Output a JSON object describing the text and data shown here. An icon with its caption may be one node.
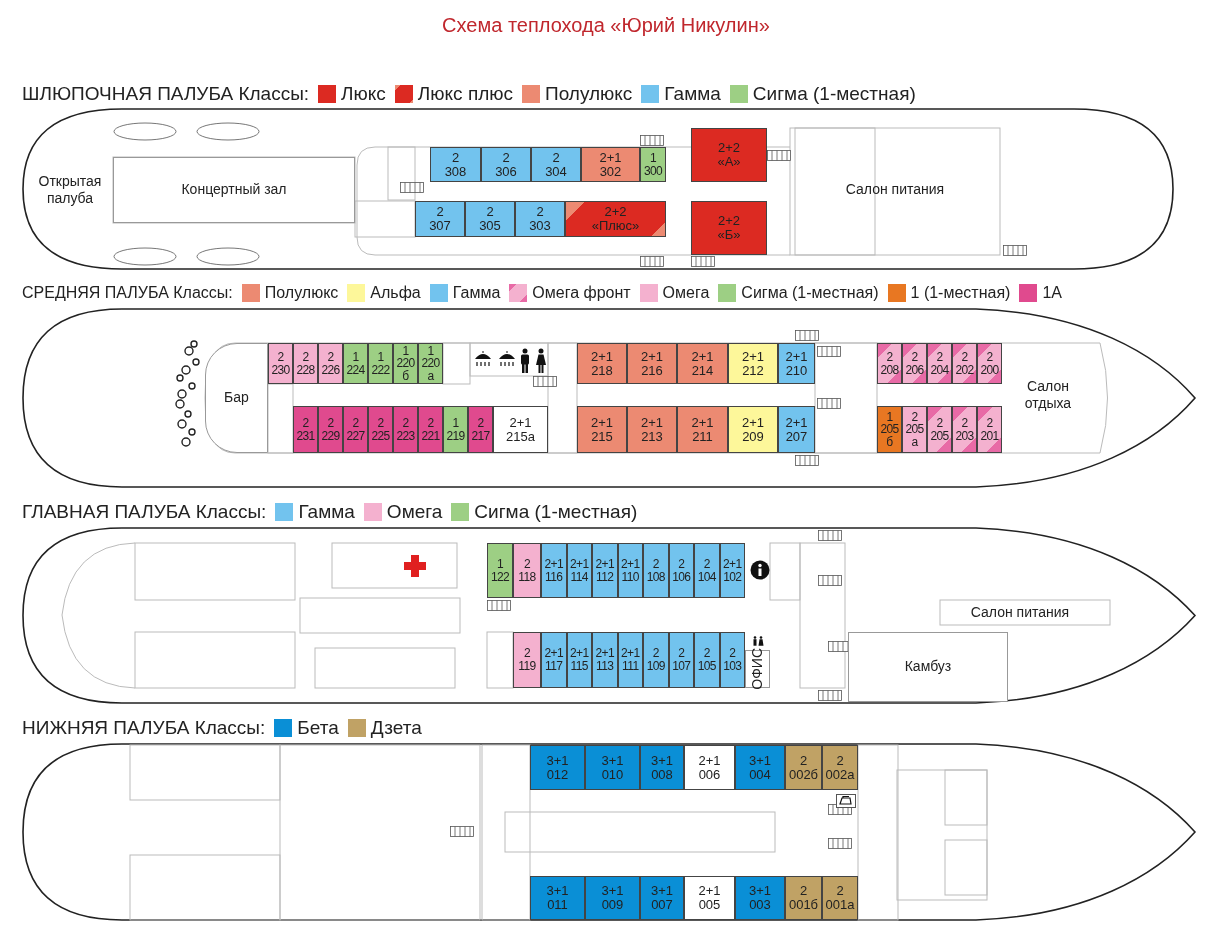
{
  "diagram": {
    "title": "Схема теплохода «Юрий Никулин»",
    "nodes": [
      {
        "text": [
          "ШЛЮПОЧНАЯ ПАЛУБА Классы:"
        ]
      },
      {
        "text": [
          "Открытая палуба"
        ],
        "in": 0
      },
      {
        "text": [
          "Концертный зал"
        ],
        "in": 0
      },
      {
        "text": [
          "2",
          "308"
        ],
        "in": 0
      },
      {
        "text": [
          "2",
          "306"
        ],
        "in": 0
      },
      {
        "text": [
          "2",
          "304"
        ],
        "in": 0
      },
      {
        "text": [
          "2+1",
          "302"
        ],
        "in": 0
      },
      {
        "text": [
          "1",
          "300"
        ],
        "in": 0
      },
      {
        "text": [
          "2+2",
          "«А»"
        ],
        "in": 0
      },
      {
        "text": [
          "Салон питания"
        ],
        "in": 0
      },
      {
        "text": [
          "2",
          "307"
        ],
        "in": 0
      },
      {
        "text": [
          "2",
          "305"
        ],
        "in": 0
      },
      {
        "text": [
          "2",
          "303"
        ],
        "in": 0
      },
      {
        "text": [
          "2+2",
          "«Плюс»"
        ],
        "in": 0
      },
      {
        "text": [
          "2+2",
          "«Б»"
        ],
        "in": 0
      },
      {
        "text": [
          "СРЕДНЯЯ ПАЛУБА Классы:"
        ]
      },
      {
        "text": [
          "Бар"
        ],
        "in": 15
      },
      {
        "text": [
          "2",
          "230"
        ],
        "in": 15
      },
      {
        "text": [
          "2",
          "228"
        ],
        "in": 15
      },
      {
        "text": [
          "2",
          "226"
        ],
        "in": 15
      },
      {
        "text": [
          "1",
          "224"
        ],
        "in": 15
      },
      {
        "text": [
          "1",
          "222"
        ],
        "in": 15
      },
      {
        "text": [
          "1",
          "220 б"
        ],
        "in": 15
      },
      {
        "text": [
          "1",
          "220 а"
        ],
        "in": 15
      },
      {
        "text": [
          "2+1",
          "218"
        ],
        "in": 15
      },
      {
        "text": [
          "2+1",
          "216"
        ],
        "in": 15
      },
      {
        "text": [
          "2+1",
          "214"
        ],
        "in": 15
      },
      {
        "text": [
          "2+1",
          "212"
        ],
        "in": 15
      },
      {
        "text": [
          "2+1",
          "210"
        ],
        "in": 15
      },
      {
        "text": [
          "2",
          "208"
        ],
        "in": 15
      },
      {
        "text": [
          "2",
          "206"
        ],
        "in": 15
      },
      {
        "text": [
          "2",
          "204"
        ],
        "in": 15
      },
      {
        "text": [
          "2",
          "202"
        ],
        "in": 15
      },
      {
        "text": [
          "2",
          "200"
        ],
        "in": 15
      },
      {
        "text": [
          "Салон отдыха"
        ],
        "in": 15
      },
      {
        "text": [
          "2",
          "231"
        ],
        "in": 15
      },
      {
        "text": [
          "2",
          "229"
        ],
        "in": 15
      },
      {
        "text": [
          "2",
          "227"
        ],
        "in": 15
      },
      {
        "text": [
          "2",
          "225"
        ],
        "in": 15
      },
      {
        "text": [
          "2",
          "223"
        ],
        "in": 15
      },
      {
        "text": [
          "2",
          "221"
        ],
        "in": 15
      },
      {
        "text": [
          "1",
          "219"
        ],
        "in": 15
      },
      {
        "text": [
          "2",
          "217"
        ],
        "in": 15
      },
      {
        "text": [
          "2+1",
          "215а"
        ],
        "in": 15
      },
      {
        "text": [
          "2+1",
          "215"
        ],
        "in": 15
      },
      {
        "text": [
          "2+1",
          "213"
        ],
        "in": 15
      },
      {
        "text": [
          "2+1",
          "211"
        ],
        "in": 15
      },
      {
        "text": [
          "2+1",
          "209"
        ],
        "in": 15
      },
      {
        "text": [
          "2+1",
          "207"
        ],
        "in": 15
      },
      {
        "text": [
          "1",
          "205 б"
        ],
        "in": 15
      },
      {
        "text": [
          "2",
          "205 а"
        ],
        "in": 15
      },
      {
        "text": [
          "2",
          "205"
        ],
        "in": 15
      },
      {
        "text": [
          "2",
          "203"
        ],
        "in": 15
      },
      {
        "text": [
          "2",
          "201"
        ],
        "in": 15
      },
      {
        "text": [
          "ГЛАВНАЯ ПАЛУБА Классы:"
        ]
      },
      {
        "text": [
          "1",
          "122"
        ],
        "in": 54
      },
      {
        "text": [
          "2",
          "118"
        ],
        "in": 54
      },
      {
        "text": [
          "2+1",
          "116"
        ],
        "in": 54
      },
      {
        "text": [
          "2+1",
          "114"
        ],
        "in": 54
      },
      {
        "text": [
          "2+1",
          "112"
        ],
        "in": 54
      },
      {
        "text": [
          "2+1",
          "110"
        ],
        "in": 54
      },
      {
        "text": [
          "2",
          "108"
        ],
        "in": 54
      },
      {
        "text": [
          "2",
          "106"
        ],
        "in": 54
      },
      {
        "text": [
          "2",
          "104"
        ],
        "in": 54
      },
      {
        "text": [
          "2+1",
          "102"
        ],
        "in": 54
      },
      {
        "text": [
          "Салон питания"
        ],
        "in": 54
      },
      {
        "text": [
          "2",
          "119"
        ],
        "in": 54
      },
      {
        "text": [
          "2+1",
          "117"
        ],
        "in": 54
      },
      {
        "text": [
          "2+1",
          "115"
        ],
        "in": 54
      },
      {
        "text": [
          "2+1",
          "113"
        ],
        "in": 54
      },
      {
        "text": [
          "2+1",
          "111"
        ],
        "in": 54
      },
      {
        "text": [
          "2",
          "109"
        ],
        "in": 54
      },
      {
        "text": [
          "2",
          "107"
        ],
        "in": 54
      },
      {
        "text": [
          "2",
          "105"
        ],
        "in": 54
      },
      {
        "text": [
          "2",
          "103"
        ],
        "in": 54
      },
      {
        "text": [
          "ОФИС"
        ],
        "in": 54
      },
      {
        "text": [
          "Камбуз"
        ],
        "in": 54
      },
      {
        "text": [
          "НИЖНЯЯ ПАЛУБА Классы:"
        ]
      },
      {
        "text": [
          "3+1",
          "012"
        ],
        "in": 77
      },
      {
        "text": [
          "3+1",
          "010"
        ],
        "in": 77
      },
      {
        "text": [
          "3+1",
          "008"
        ],
        "in": 77
      },
      {
        "text": [
          "2+1",
          "006"
        ],
        "in": 77
      },
      {
        "text": [
          "3+1",
          "004"
        ],
        "in": 77
      },
      {
        "text": [
          "2",
          "002б"
        ],
        "in": 77
      },
      {
        "text": [
          "2",
          "002а"
        ],
        "in": 77
      },
      {
        "text": [
          "3+1",
          "011"
        ],
        "in": 77
      },
      {
        "text": [
          "3+1",
          "009"
        ],
        "in": 77
      },
      {
        "text": [
          "3+1",
          "007"
        ],
        "in": 77
      },
      {
        "text": [
          "2+1",
          "005"
        ],
        "in": 77
      },
      {
        "text": [
          "3+1",
          "003"
        ],
        "in": 77
      },
      {
        "text": [
          "2",
          "001б"
        ],
        "in": 77
      },
      {
        "text": [
          "2",
          "001а"
        ],
        "in": 77
      }
    ],
    "legend": [
      {
        "text": "Люкс",
        "color": "#dc2a22"
      },
      {
        "text": "Люкс плюс"
      },
      {
        "text": "Полулюкс",
        "color": "#ec8a72"
      },
      {
        "text": "Гамма",
        "color": "#72c3ee"
      },
      {
        "text": "Сигма (1-местная)",
        "color": "#9dcf84"
      },
      {
        "text": "Полулюкс",
        "color": "#ec8a72"
      },
      {
        "text": "Альфа",
        "color": "#fdf79a"
      },
      {
        "text": "Гамма",
        "color": "#72c3ee"
      },
      {
        "text": "Омега фронт"
      },
      {
        "text": "Омега",
        "color": "#f4b1cf"
      },
      {
        "text": "Сигма (1-местная)",
        "color": "#9dcf84"
      },
      {
        "text": "1 (1-местная)",
        "color": "#e87722"
      },
      {
        "text": "1А",
        "color": "#e04a8e"
      },
      {
        "text": "Гамма",
        "color": "#72c3ee"
      },
      {
        "text": "Омега",
        "color": "#f4b1cf"
      },
      {
        "text": "Сигма (1-местная)",
        "color": "#9dcf84"
      },
      {
        "text": "Бета",
        "color": "#0a8fd6"
      },
      {
        "text": "Дзета",
        "color": "#c0a265"
      }
    ]
  }
}
